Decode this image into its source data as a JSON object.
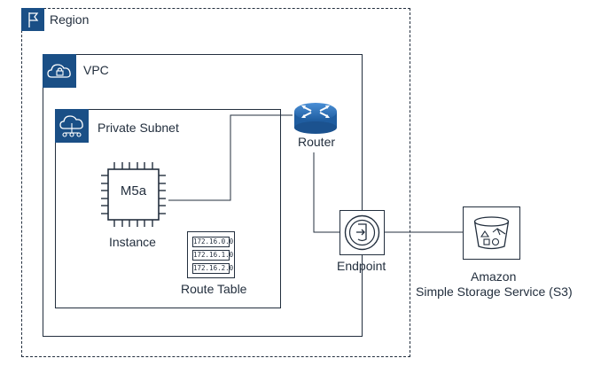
{
  "region": {
    "label": "Region"
  },
  "vpc": {
    "label": "VPC"
  },
  "subnet": {
    "label": "Private Subnet"
  },
  "instance": {
    "chip_text": "M5a",
    "label": "Instance"
  },
  "route_table": {
    "label": "Route Table",
    "rows": [
      "172.16.0.0",
      "172.16.1.0",
      "172.16.2.0"
    ]
  },
  "router": {
    "label": "Router"
  },
  "endpoint": {
    "label": "Endpoint"
  },
  "s3": {
    "label_line1": "Amazon",
    "label_line2": "Simple Storage Service (S3)"
  },
  "colors": {
    "aws_blue": "#1a4f86",
    "router_blue": "#2a6db2",
    "stroke": "#232f3e"
  },
  "icons": [
    "flag-icon",
    "cloud-lock-icon",
    "cloud-network-icon",
    "chip-icon",
    "router-icon",
    "endpoint-icon",
    "bucket-icon"
  ]
}
